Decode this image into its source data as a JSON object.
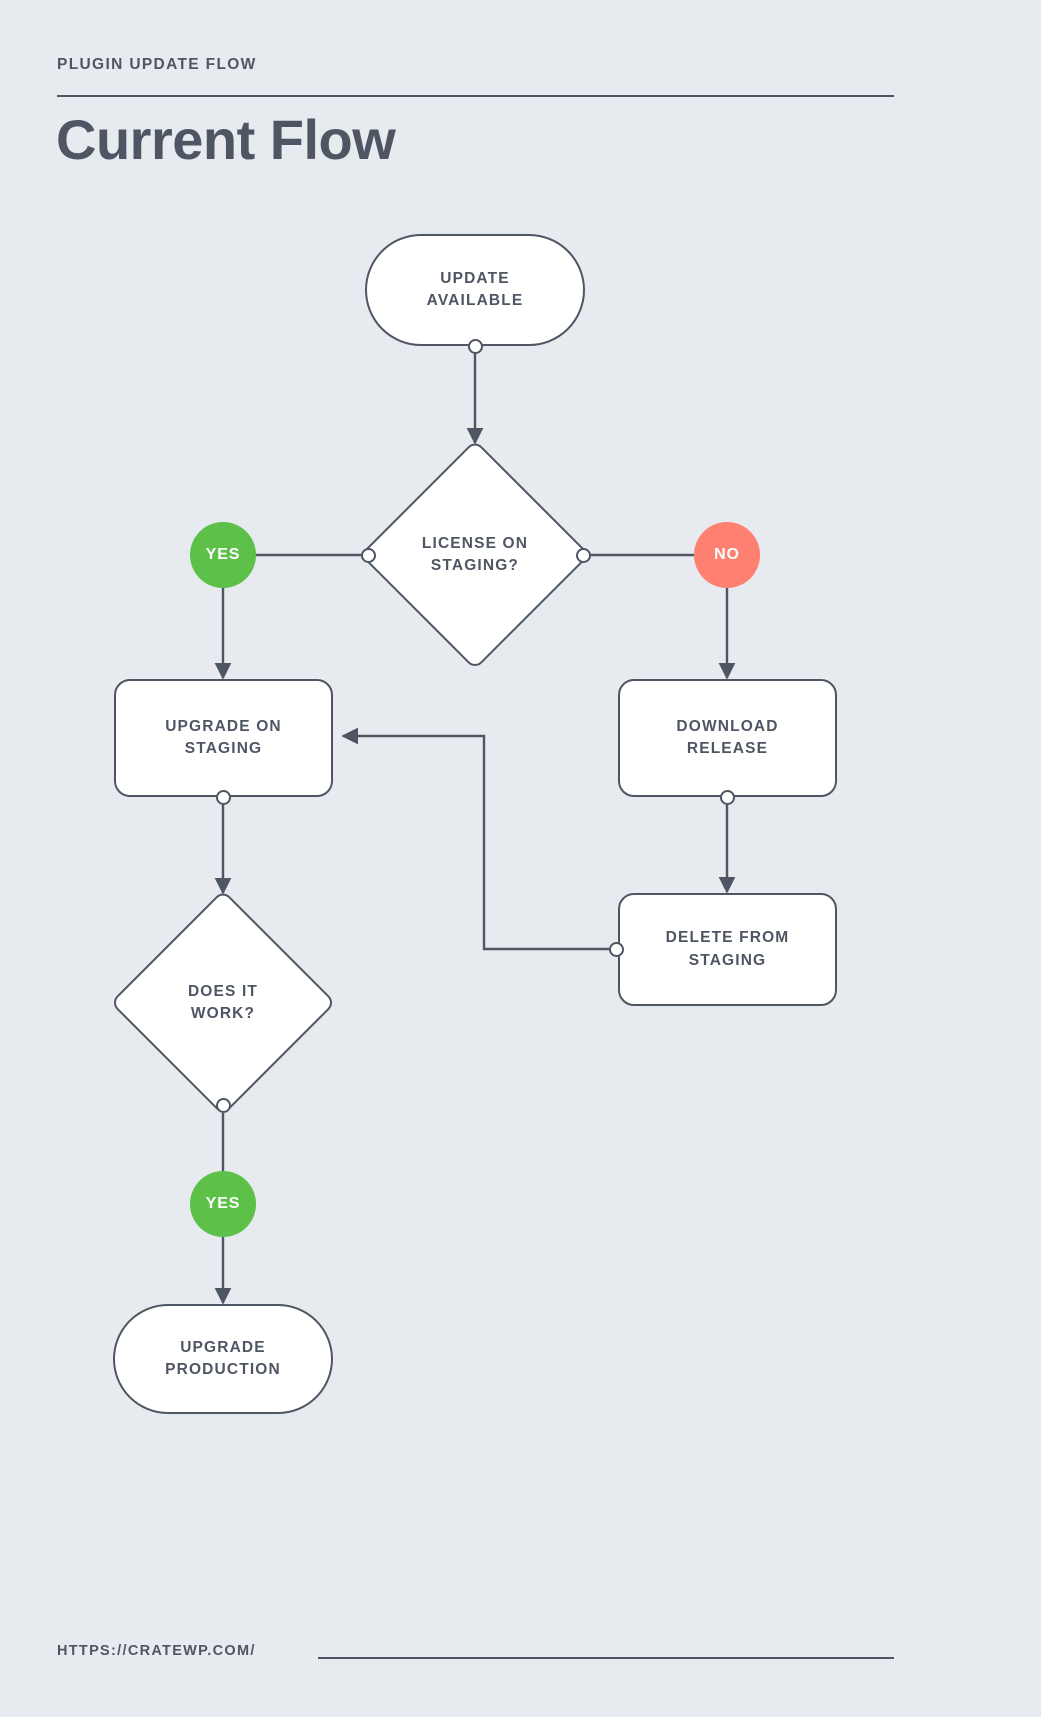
{
  "header": {
    "eyebrow": "PLUGIN UPDATE FLOW",
    "title": "Current Flow"
  },
  "footer": {
    "url": "HTTPS://CRATEWP.COM/"
  },
  "colors": {
    "background": "#e7eaee",
    "ink": "#4e5663",
    "node_fill": "#ffffff",
    "yes_green": "#5cc049",
    "no_red": "#fd8071"
  },
  "chart_data": {
    "type": "diagram",
    "title": "Current Flow",
    "subtitle": "PLUGIN UPDATE FLOW",
    "nodes": [
      {
        "id": "update_available",
        "label": "UPDATE\nAVAILABLE",
        "shape": "terminal"
      },
      {
        "id": "license_on_staging",
        "label": "LICENSE ON\nSTAGING?",
        "shape": "decision"
      },
      {
        "id": "upgrade_on_staging",
        "label": "UPGRADE ON\nSTAGING",
        "shape": "process"
      },
      {
        "id": "download_release",
        "label": "DOWNLOAD\nRELEASE",
        "shape": "process"
      },
      {
        "id": "delete_from_staging",
        "label": "DELETE FROM\nSTAGING",
        "shape": "process"
      },
      {
        "id": "does_it_work",
        "label": "DOES IT\nWORK?",
        "shape": "decision"
      },
      {
        "id": "upgrade_production",
        "label": "UPGRADE\nPRODUCTION",
        "shape": "terminal"
      }
    ],
    "badges": [
      {
        "id": "badge_yes_license",
        "label": "YES",
        "color": "#5cc049"
      },
      {
        "id": "badge_no_license",
        "label": "NO",
        "color": "#fd8071"
      },
      {
        "id": "badge_yes_work",
        "label": "YES",
        "color": "#5cc049"
      }
    ],
    "edges": [
      {
        "from": "update_available",
        "to": "license_on_staging",
        "label": ""
      },
      {
        "from": "license_on_staging",
        "to": "upgrade_on_staging",
        "label": "YES"
      },
      {
        "from": "license_on_staging",
        "to": "download_release",
        "label": "NO"
      },
      {
        "from": "download_release",
        "to": "delete_from_staging",
        "label": ""
      },
      {
        "from": "delete_from_staging",
        "to": "upgrade_on_staging",
        "label": ""
      },
      {
        "from": "upgrade_on_staging",
        "to": "does_it_work",
        "label": ""
      },
      {
        "from": "does_it_work",
        "to": "upgrade_production",
        "label": "YES"
      }
    ]
  },
  "nodes": {
    "update_available": "UPDATE\nAVAILABLE",
    "license_on_staging": "LICENSE ON\nSTAGING?",
    "upgrade_on_staging": "UPGRADE ON\nSTAGING",
    "download_release": "DOWNLOAD\nRELEASE",
    "delete_from_staging": "DELETE FROM\nSTAGING",
    "does_it_work": "DOES IT\nWORK?",
    "upgrade_production": "UPGRADE\nPRODUCTION"
  },
  "badges": {
    "yes_license": "YES",
    "no_license": "NO",
    "yes_work": "YES"
  }
}
